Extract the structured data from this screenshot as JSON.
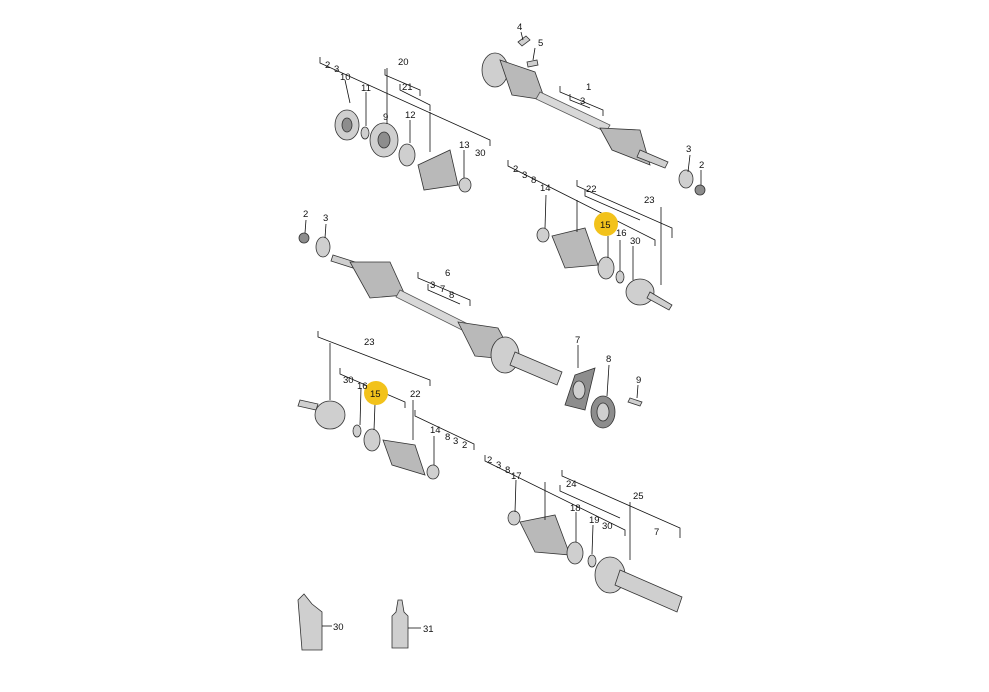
{
  "colors": {
    "highlight": "#f2c21b",
    "line": "#111111",
    "part_light": "#cfcfcf",
    "part_boot": "#b9b9b9"
  },
  "labels": {
    "a1": "2",
    "a2": "3",
    "a3": "10",
    "a4": "20",
    "a5": "21",
    "a6": "11",
    "a7": "9",
    "a8": "12",
    "a9": "13",
    "a10": "30",
    "b1": "4",
    "b2": "5",
    "b3": "1",
    "b4": "3",
    "b5": "3",
    "b6": "2",
    "c1": "2",
    "c2": "3",
    "c3": "8",
    "c4": "14",
    "c5": "22",
    "c6": "23",
    "c7": "15",
    "c8": "16",
    "c9": "30",
    "d1": "2",
    "d2": "3",
    "d3": "6",
    "d4": "3",
    "d5": "7",
    "d6": "8",
    "e1": "23",
    "e2": "30",
    "e3": "16",
    "e4": "15",
    "e5": "22",
    "e6": "14",
    "e7": "8",
    "e8": "3",
    "e9": "2",
    "f1": "7",
    "f2": "8",
    "f3": "9",
    "g1": "2",
    "g2": "3",
    "g3": "8",
    "g4": "17",
    "g5": "24",
    "g6": "25",
    "g7": "18",
    "g8": "19",
    "g9": "30",
    "g10": "7",
    "h1": "30",
    "h2": "31"
  }
}
